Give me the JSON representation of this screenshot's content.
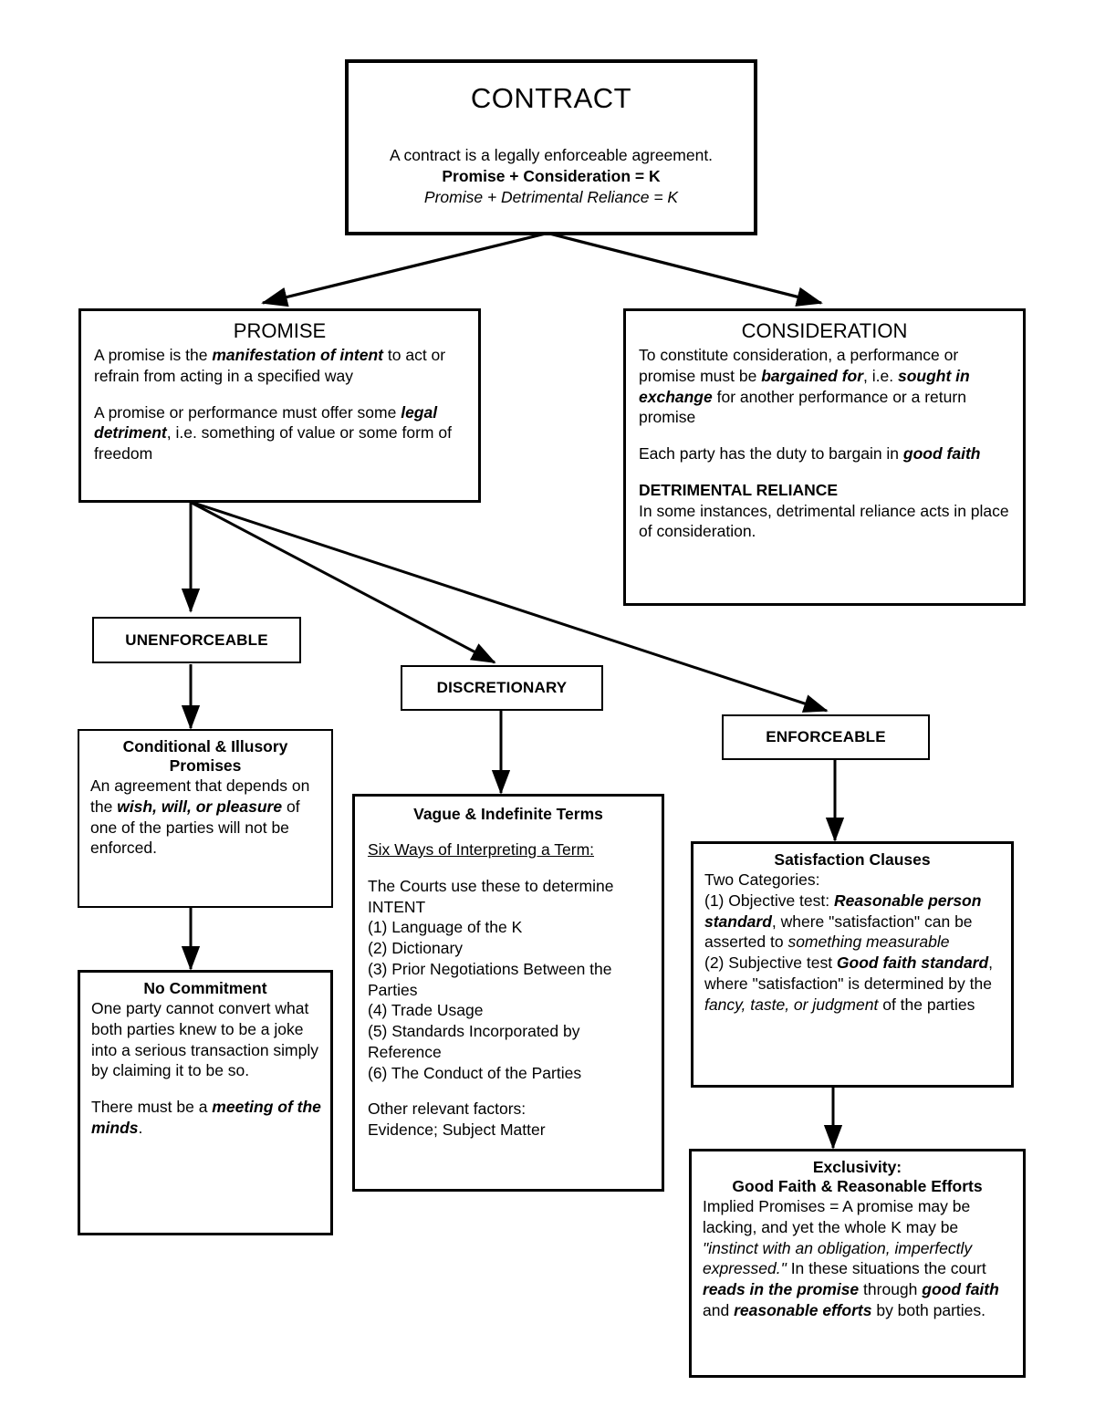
{
  "diagram": {
    "title": "CONTRACT",
    "nodes": {
      "contract": {
        "title": "CONTRACT",
        "line1": "A contract is a legally enforceable agreement.",
        "line2": "Promise + Consideration = K",
        "line3": "Promise + Detrimental Reliance = K"
      },
      "promise": {
        "title": "PROMISE",
        "p1_a": "A promise is the ",
        "p1_b": "manifestation of intent",
        "p1_c": " to act or refrain from acting in a specified way",
        "p2_a": "A promise or performance must offer some ",
        "p2_b": "legal detriment",
        "p2_c": ", i.e. something of value or some form of freedom"
      },
      "consideration": {
        "title": "CONSIDERATION",
        "p1_a": "To constitute consideration, a performance or promise must be ",
        "p1_b": "bargained for",
        "p1_c": ", i.e. ",
        "p1_d": "sought in exchange",
        "p1_e": " for another performance or a return promise",
        "p2_a": "Each party has the duty to bargain in ",
        "p2_b": "good faith",
        "p3_head": "DETRIMENTAL RELIANCE",
        "p3_body": "In some instances, detrimental reliance acts in place of consideration."
      },
      "unenforceable": {
        "label": "UNENFORCEABLE"
      },
      "discretionary": {
        "label": "DISCRETIONARY"
      },
      "enforceable": {
        "label": "ENFORCEABLE"
      },
      "conditional": {
        "title_line1": "Conditional & Illusory",
        "title_line2": "Promises",
        "body_a": "An agreement that depends on the ",
        "body_b": "wish, will, or pleasure",
        "body_c": " of one of the parties will not be enforced."
      },
      "no_commitment": {
        "title": "No Commitment",
        "p1": "One party cannot convert what both parties knew to be a joke into a serious transaction simply by claiming it to be so.",
        "p2_a": "There must be a ",
        "p2_b": "meeting of the minds",
        "p2_c": "."
      },
      "vague": {
        "title": "Vague & Indefinite Terms",
        "subhead": "Six Ways of Interpreting a Term:",
        "intro": "The Courts use these to determine INTENT",
        "items": [
          "(1) Language of the K",
          "(2) Dictionary",
          "(3) Prior Negotiations Between the Parties",
          "(4) Trade Usage",
          "(5) Standards Incorporated by Reference",
          "(6) The Conduct of the Parties"
        ],
        "other_label": "Other relevant factors:",
        "other_value": "Evidence; Subject Matter"
      },
      "satisfaction": {
        "title": "Satisfaction Clauses",
        "lead": "Two Categories:",
        "o1_a": "(1) Objective test: ",
        "o1_b": "Reasonable person standard",
        "o1_c": ", where \"satisfaction\" can be asserted to ",
        "o1_d": "something measurable",
        "o2_a": "(2) Subjective test ",
        "o2_b": "Good faith standard",
        "o2_c": ", where \"satisfaction\" is determined by the ",
        "o2_d": "fancy, taste, or judgment",
        "o2_e": " of the parties"
      },
      "exclusivity": {
        "title_line1": "Exclusivity:",
        "title_line2": "Good Faith & Reasonable Efforts",
        "b_a": "Implied Promises = A promise may be lacking, and yet the whole K may be ",
        "b_b": "\"instinct with an obligation, imperfectly expressed.\"",
        "b_c": " In these situations the court ",
        "b_d": "reads in the promise",
        "b_e": " through ",
        "b_f": "good faith",
        "b_g": " and ",
        "b_h": "reasonable efforts",
        "b_i": " by both parties."
      }
    },
    "edges": [
      {
        "name": "contract-to-promise",
        "from": "contract",
        "to": "promise"
      },
      {
        "name": "contract-to-consideration",
        "from": "contract",
        "to": "consideration"
      },
      {
        "name": "promise-to-unenforceable",
        "from": "promise",
        "to": "unenforceable"
      },
      {
        "name": "promise-to-discretionary",
        "from": "promise",
        "to": "discretionary"
      },
      {
        "name": "promise-to-enforceable",
        "from": "promise",
        "to": "enforceable"
      },
      {
        "name": "unenforceable-to-conditional",
        "from": "unenforceable",
        "to": "conditional"
      },
      {
        "name": "conditional-to-no-commitment",
        "from": "conditional",
        "to": "no_commitment"
      },
      {
        "name": "discretionary-to-vague",
        "from": "discretionary",
        "to": "vague"
      },
      {
        "name": "enforceable-to-satisfaction",
        "from": "enforceable",
        "to": "satisfaction"
      },
      {
        "name": "satisfaction-to-exclusivity",
        "from": "satisfaction",
        "to": "exclusivity"
      }
    ],
    "colors": {
      "line": "#000000",
      "background": "#ffffff",
      "text": "#000000"
    }
  }
}
